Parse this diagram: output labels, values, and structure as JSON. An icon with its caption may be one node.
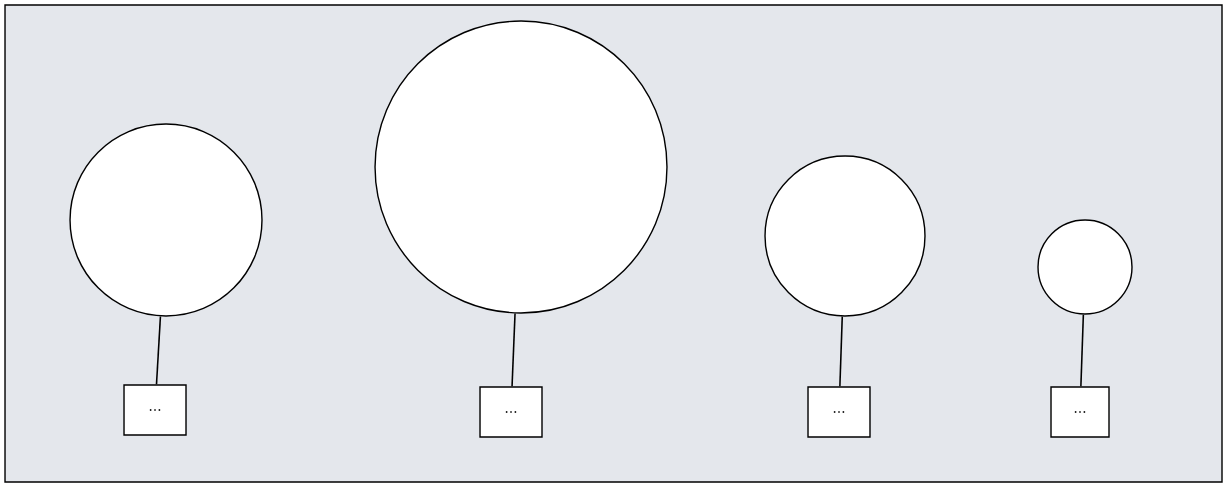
{
  "diagram": {
    "nodes": [
      {
        "text": [],
        "shape": "circle"
      },
      {
        "text": [],
        "shape": "circle"
      },
      {
        "text": [],
        "shape": "circle"
      },
      {
        "text": [],
        "shape": "circle"
      },
      {
        "text": [
          "..."
        ]
      },
      {
        "text": [
          "..."
        ]
      },
      {
        "text": [
          "..."
        ]
      },
      {
        "text": [
          "..."
        ]
      }
    ],
    "edges": [
      {
        "from": 0,
        "to": 4,
        "arrow": "none"
      },
      {
        "from": 1,
        "to": 5,
        "arrow": "none"
      },
      {
        "from": 2,
        "to": 6,
        "arrow": "none"
      },
      {
        "from": 3,
        "to": 7,
        "arrow": "none"
      }
    ]
  }
}
